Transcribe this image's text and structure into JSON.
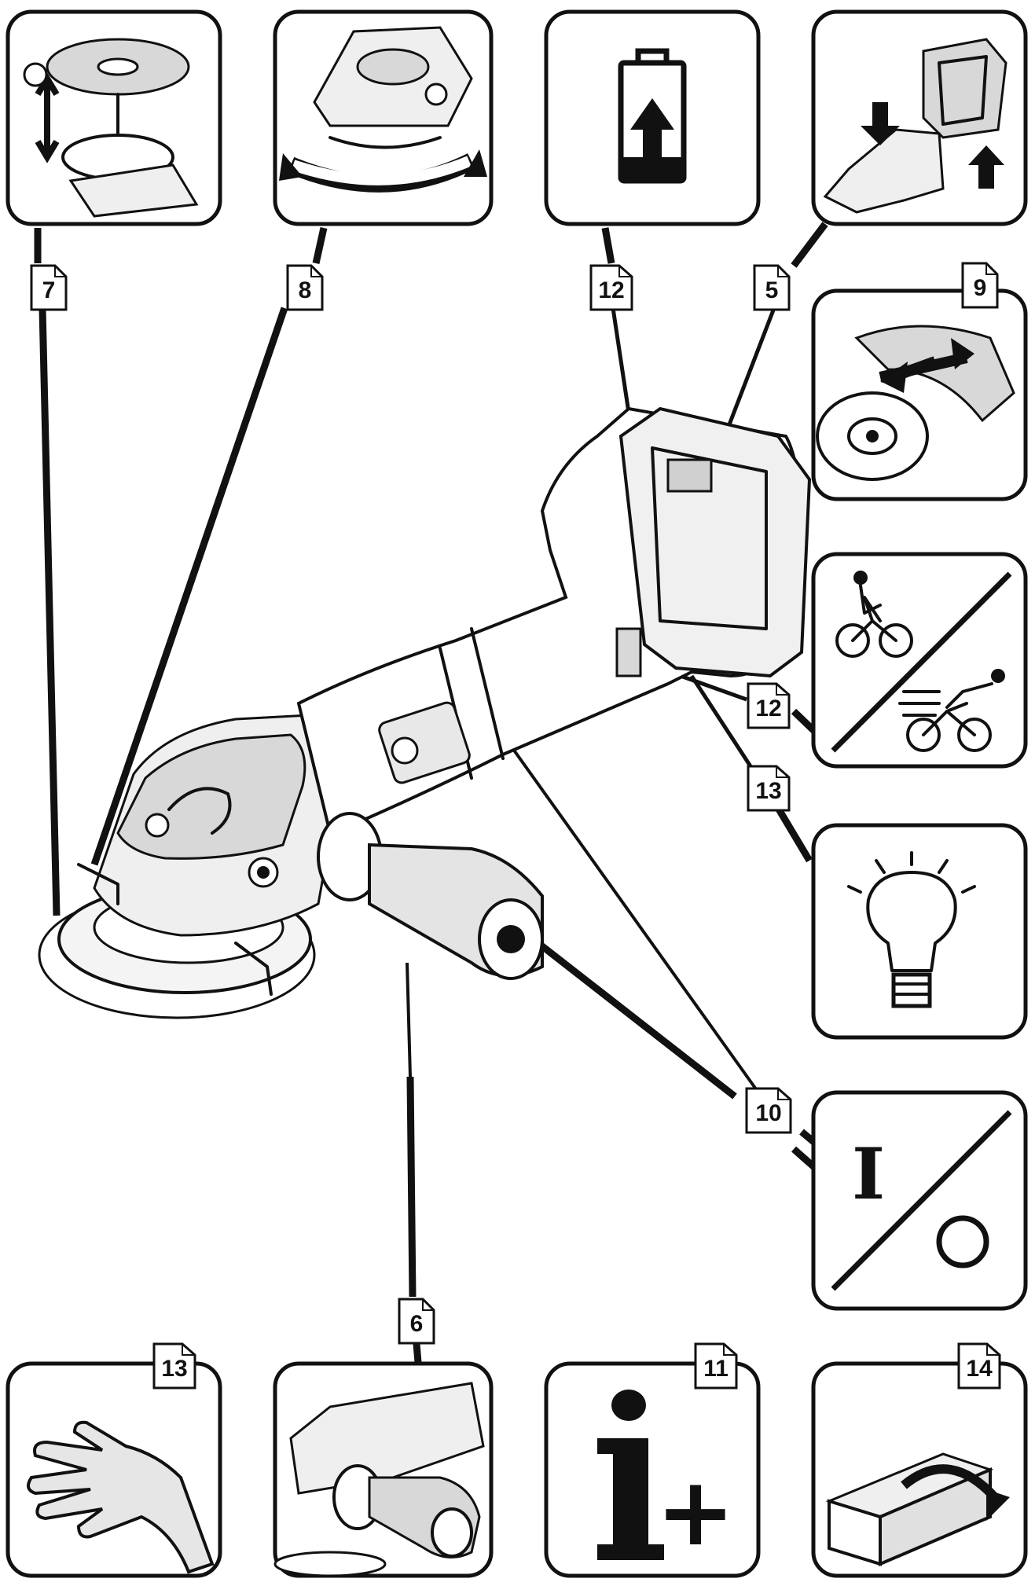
{
  "callouts": {
    "c7": "7",
    "c8": "8",
    "c12_top": "12",
    "c5": "5",
    "c9": "9",
    "c12_side": "12",
    "c13_side": "13",
    "c10": "10",
    "c6": "6",
    "c13_bottom": "13",
    "c11": "11",
    "c14": "14"
  },
  "symbols": {
    "switch_on": "I",
    "info_plus": "+"
  },
  "colors": {
    "ink": "#111111",
    "paper": "#ffffff",
    "shade": "#d8d8d8"
  },
  "icons": [
    "disc-mounting-icon",
    "guard-rotation-icon",
    "battery-charge-icon",
    "battery-insert-icon",
    "guard-adjust-icon",
    "speed-selector-icon",
    "work-light-icon",
    "on-off-icon",
    "hand-vibration-icon",
    "side-handle-icon",
    "information-icon",
    "packaging-icon"
  ]
}
